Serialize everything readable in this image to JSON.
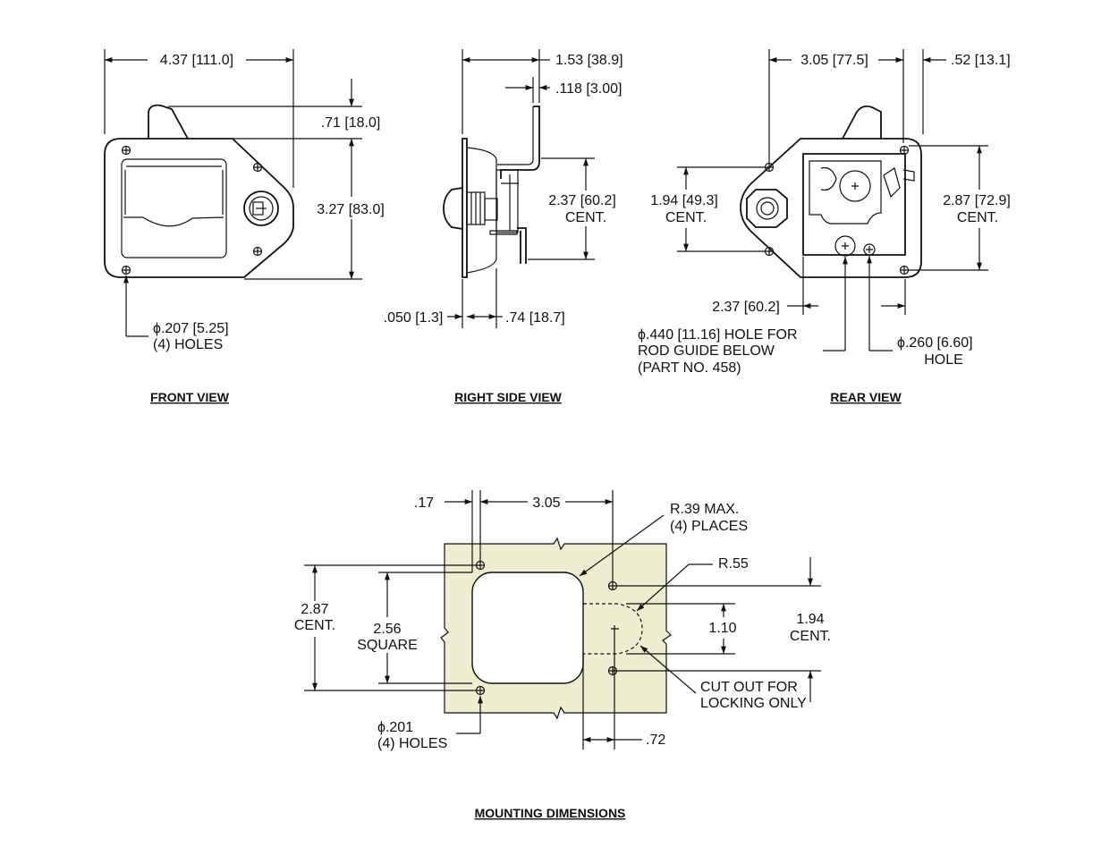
{
  "colors": {
    "line": "#111111",
    "panel": "#eeedcf",
    "background": "#ffffff"
  },
  "views": {
    "front": {
      "title": "FRONT VIEW",
      "width": "4.37 [111.0]",
      "flange": ".71 [18.0]",
      "height": "3.27 [83.0]",
      "hole_dia": "ϕ.207 [5.25]",
      "hole_count": "(4) HOLES"
    },
    "side": {
      "title": "RIGHT SIDE VIEW",
      "depth": "1.53 [38.9]",
      "plate": ".118 [3.00]",
      "centers": "2.37 [60.2]",
      "cent": "CENT.",
      "gauge": ".050 [1.3]",
      "offset": ".74 [18.7]"
    },
    "rear": {
      "title": "REAR VIEW",
      "width": "3.05 [77.5]",
      "edge": ".52 [13.1]",
      "lock_centers": "1.94 [49.3]",
      "lock_cent": "CENT.",
      "height": "2.87 [72.9]",
      "height_cent": "CENT.",
      "horizontal": "2.37 [60.2]",
      "rod_hole_l1": "ϕ.440 [11.16]  HOLE FOR",
      "rod_hole_l2": "ROD GUIDE BELOW",
      "rod_hole_l3": "(PART NO. 458)",
      "small_hole": "ϕ.260 [6.60]",
      "small_hole_l2": "HOLE"
    },
    "mounting": {
      "title": "MOUNTING DIMENSIONS",
      "edge": ".17",
      "spacing": "3.05",
      "radius_max": "R.39 MAX.",
      "radius_places": "(4) PLACES",
      "radius_cut": "R.55",
      "height": "2.87",
      "height_cent": "CENT.",
      "square": "2.56",
      "square_label": "SQUARE",
      "cut_height": "1.10",
      "right": "1.94",
      "right_cent": "CENT.",
      "cutout_l1": "CUT OUT FOR",
      "cutout_l2": "LOCKING ONLY",
      "hole_dia": "ϕ.201",
      "hole_count": "(4) HOLES",
      "cut_offset": ".72"
    }
  }
}
